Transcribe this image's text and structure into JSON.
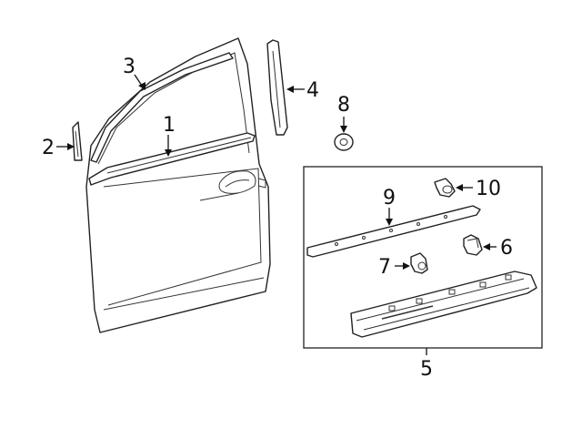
{
  "callouts": {
    "c1": "1",
    "c2": "2",
    "c3": "3",
    "c4": "4",
    "c5": "5",
    "c6": "6",
    "c7": "7",
    "c8": "8",
    "c9": "9",
    "c10": "10"
  },
  "colors": {
    "line": "#222222",
    "background": "#ffffff"
  }
}
